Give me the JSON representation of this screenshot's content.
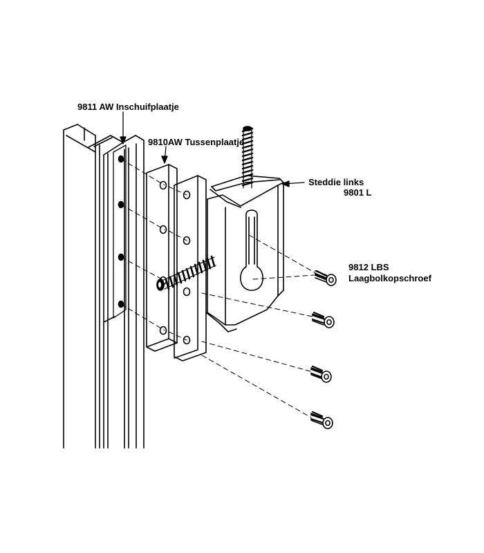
{
  "labels": {
    "insert_plate": "9811 AW Inschuifplaatje",
    "spacer_plate": "9810AW Tussenplaatje",
    "bracket_name": "Steddie links",
    "bracket_code": "9801 L",
    "screw_code": "9812 LBS",
    "screw_name": "Laagbolkopschroef"
  },
  "colors": {
    "line": "#000000",
    "background": "#ffffff"
  }
}
